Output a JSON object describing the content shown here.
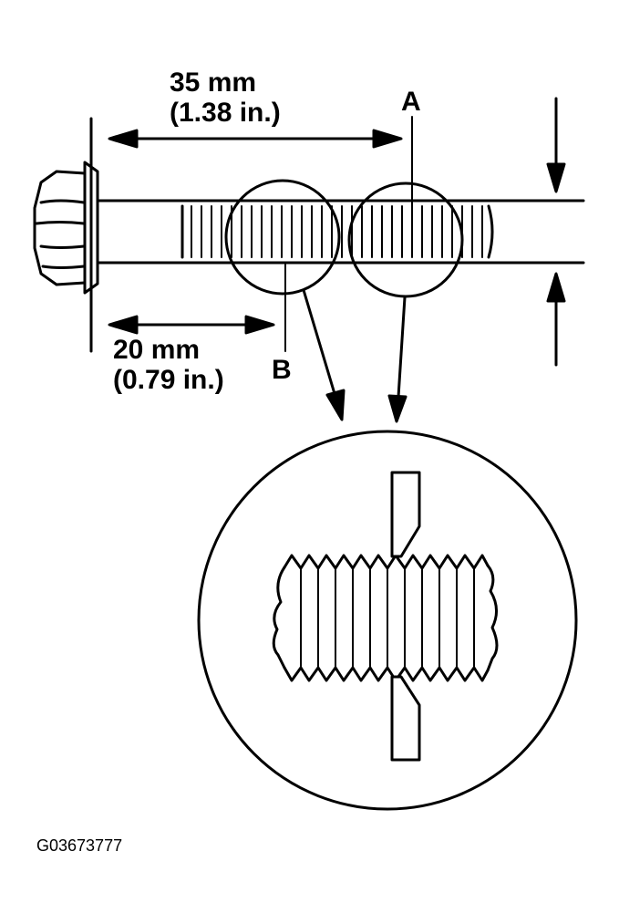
{
  "diagram": {
    "dim_long": {
      "value": "35 mm",
      "alt": "(1.38 in.)"
    },
    "dim_short": {
      "value": "20 mm",
      "alt": "(0.79 in.)"
    },
    "point_a": "A",
    "point_b": "B",
    "figure_code": "G03673777"
  }
}
